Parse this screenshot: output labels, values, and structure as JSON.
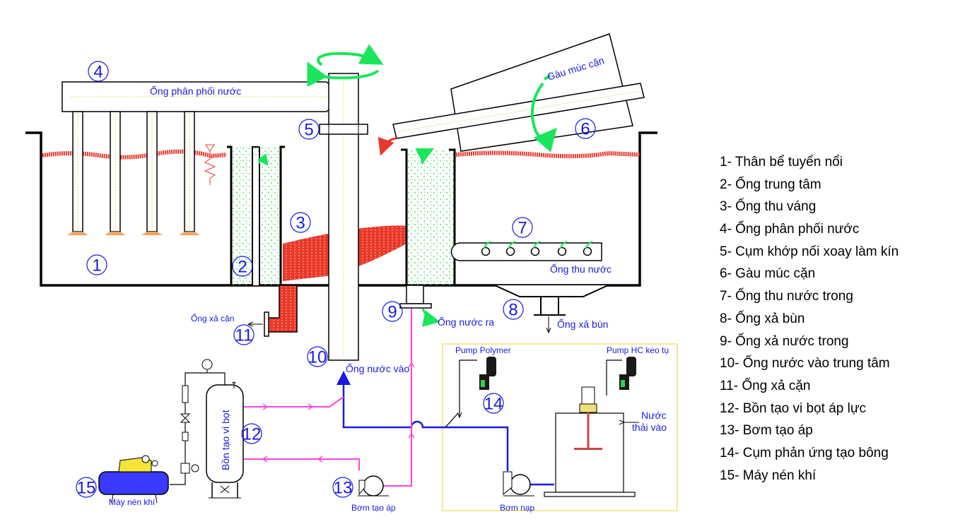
{
  "diagram": {
    "labels": {
      "ong_phan_phoi": "Ống phân phối nước",
      "gau_muc_can": "Gàu múc cặn",
      "ong_thu_nuoc": "Ống thu nước",
      "ong_xa_can": "Ống xả cặn",
      "ong_nuoc_ra": "Ống nước ra",
      "ong_xa_bun": "Ống xả bùn",
      "ong_nuoc_vao": "Ống nước vào",
      "pump_polymer": "Pump Polymer",
      "pump_hc": "Pump HC keo tụ",
      "nuoc_thai_vao_1": "Nước",
      "nuoc_thai_vao_2": "thải vào",
      "bon_tao_vi_bot": "Bồn tạo vi bọt",
      "may_nen_khi": "Máy nén khí",
      "bom_tao_ap": "Bơm tạo áp",
      "bom_nap": "Bơm nạp"
    },
    "numbers": [
      "1",
      "2",
      "3",
      "4",
      "5",
      "6",
      "7",
      "8",
      "9",
      "10",
      "11",
      "12",
      "13",
      "14",
      "15"
    ]
  },
  "legend": [
    "1-  Thân bể tuyển nổi",
    "2-  Ống trung tâm",
    "3-  Ống thu váng",
    "4-  Ống phân phối nước",
    "5-  Cụm khớp nối xoay làm kín",
    "6-  Gàu múc cặn",
    "7-  Ống thu nước trong",
    "8-  Ống xả bùn",
    "9-  Ống xả nước trong",
    "10- Ống nước vào trung tâm",
    "11- Ống xả cặn",
    "12- Bồn tạo vi bọt áp lực",
    "13- Bơm tạo áp",
    "14- Cụm phản ứng tạo bông",
    "15- Máy nén khí"
  ],
  "colors": {
    "water_blue": "#1a1adf",
    "pipe_magenta": "#ff44dd",
    "sludge_red": "#e8382c",
    "arrow_green": "#19e65a",
    "frame_yellow": "#f0e07a"
  }
}
